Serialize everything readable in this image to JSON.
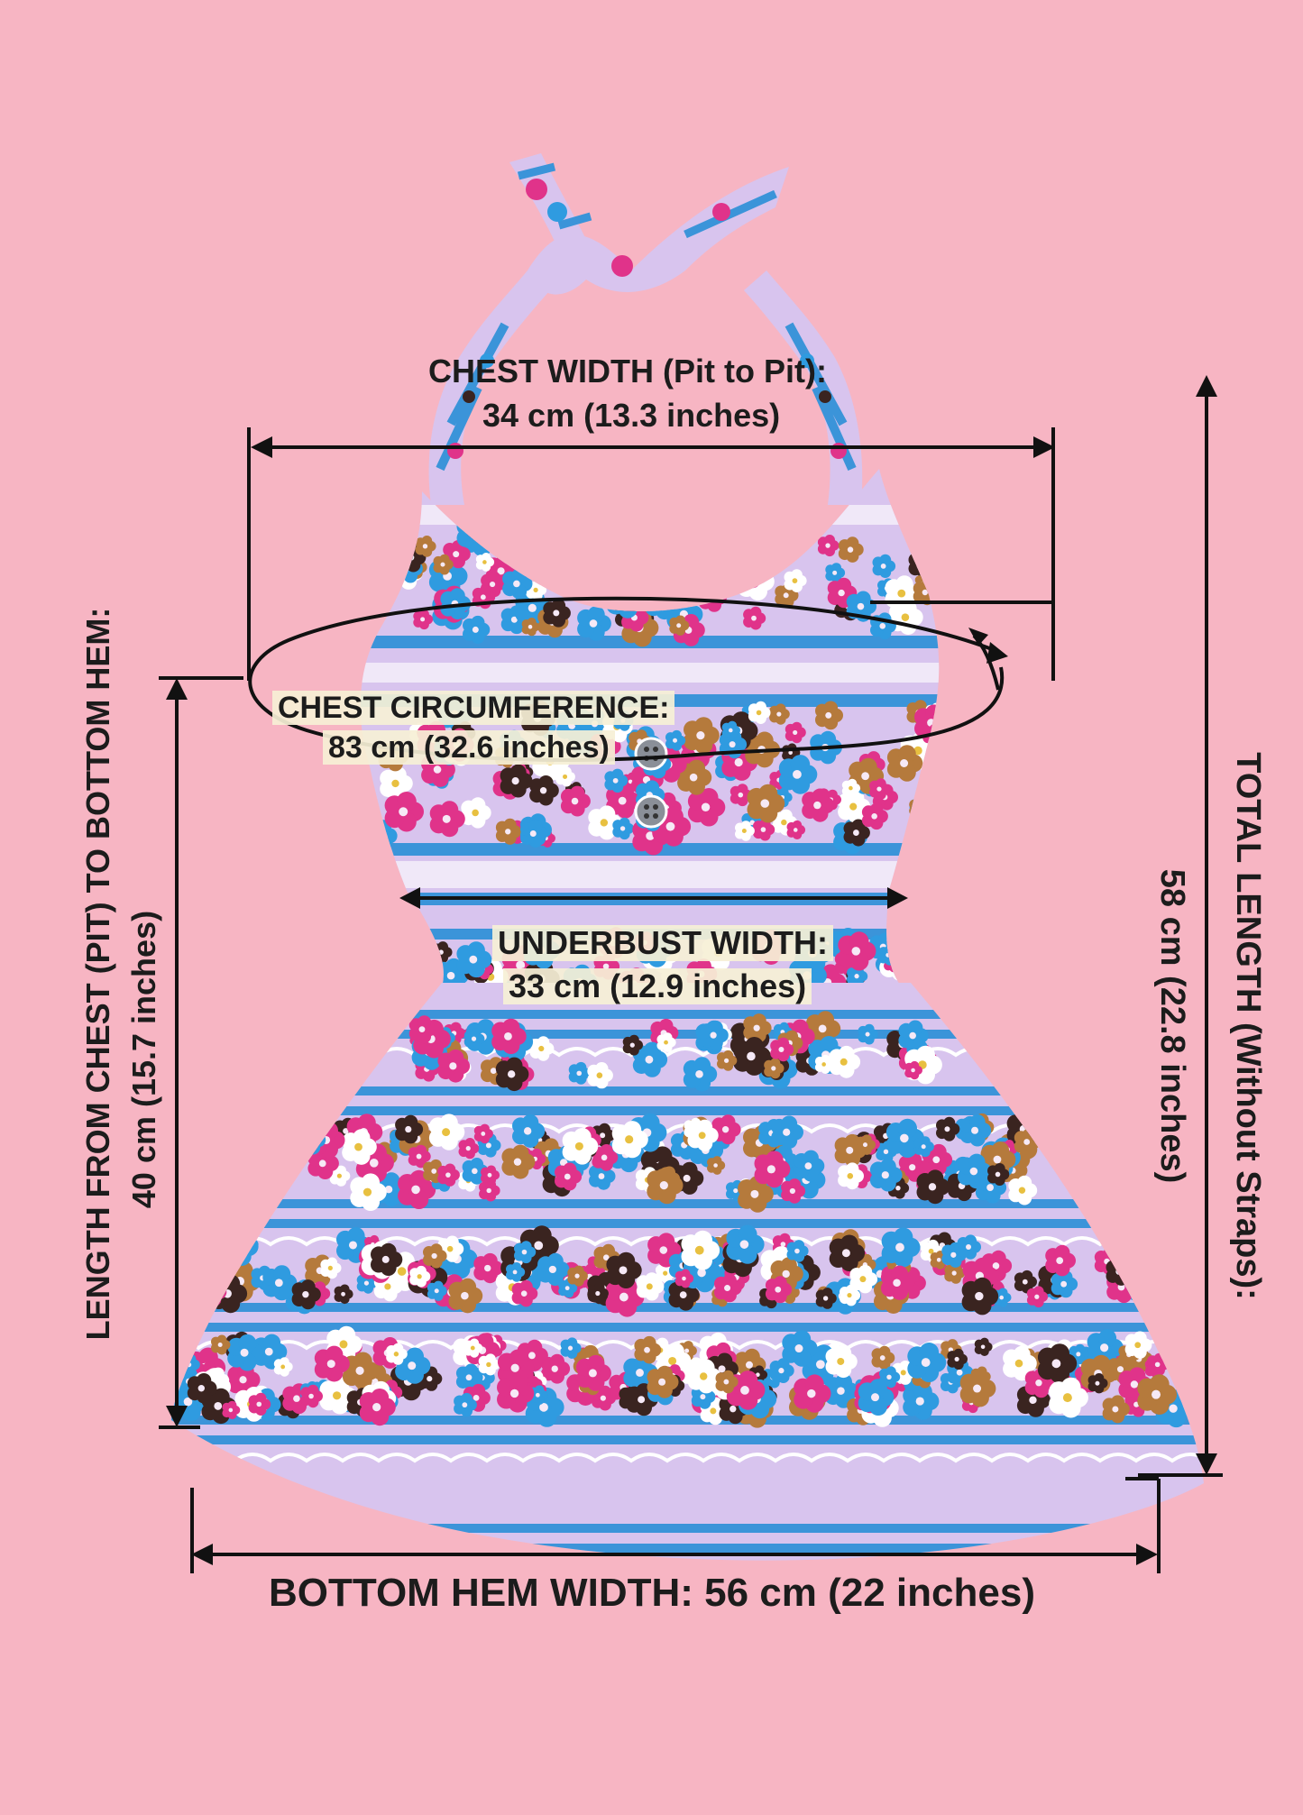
{
  "colors": {
    "background": "#f7b5c3",
    "lavender": "#d8c4ee",
    "stripe_blue": "#3b94d9",
    "flower_pink": "#e0338a",
    "flower_blue": "#2f9be0",
    "flower_brown": "#b57a3c",
    "flower_dark": "#3a2420",
    "line": "#111111"
  },
  "icons": [
    "halter-dress-illustration",
    "button-icon",
    "arrow-icon"
  ],
  "measurements": {
    "chest_width": {
      "label": "CHEST WIDTH (Pit to Pit):",
      "value": "34 cm (13.3 inches)"
    },
    "chest_circumference": {
      "label": "CHEST CIRCUMFERENCE:",
      "value": "83 cm (32.6 inches)"
    },
    "underbust_width": {
      "label": "UNDERBUST WIDTH:",
      "value": "33 cm (12.9 inches)"
    },
    "bottom_hem_width": {
      "label": "BOTTOM HEM WIDTH: 56 cm (22 inches)"
    },
    "length_chest_to_hem": {
      "label": "LENGTH FROM CHEST (PIT) TO BOTTOM HEM:",
      "value": "40 cm (15.7 inches)"
    },
    "total_length": {
      "label": "TOTAL LENGTH (Without Straps):",
      "value": "58 cm (22.8 inches)"
    }
  }
}
